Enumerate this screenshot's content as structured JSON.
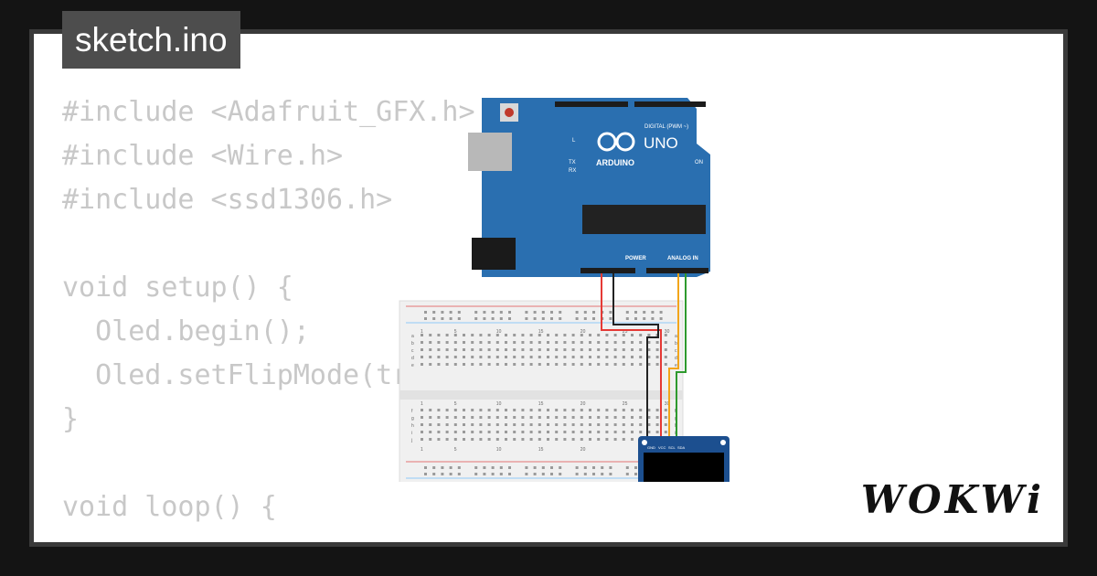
{
  "header": {
    "filename": "sketch.ino"
  },
  "code": {
    "lines": [
      "#include <Adafruit_GFX.h>",
      "#include <Wire.h>",
      "#include <ssd1306.h>",
      "",
      "void setup() {",
      "  Oled.begin();",
      "  Oled.setFlipMode(true);",
      "}",
      "",
      "void loop() {"
    ]
  },
  "board": {
    "model_label": "UNO",
    "brand_label": "ARDUINO",
    "digital_label": "DIGITAL (PWM ~)",
    "power_label": "POWER",
    "analog_label": "ANALOG IN",
    "on_label": "ON",
    "tx_label": "TX",
    "rx_label": "RX",
    "l_label": "L",
    "color": "#2a6fb0"
  },
  "breadboard": {
    "column_numbers": [
      "1",
      "5",
      "10",
      "15",
      "20",
      "25",
      "30"
    ],
    "row_letters_top": [
      "a",
      "b",
      "c",
      "d",
      "e"
    ],
    "row_letters_bottom": [
      "f",
      "g",
      "h",
      "i",
      "j"
    ]
  },
  "oled": {
    "pin_labels": [
      "GND",
      "VCC",
      "SCL",
      "SDA"
    ]
  },
  "wires": {
    "red": "#e53935",
    "black": "#222222",
    "green": "#2e9a2e",
    "orange": "#f2a51a"
  },
  "branding": {
    "logo_text": "WOKWi"
  }
}
